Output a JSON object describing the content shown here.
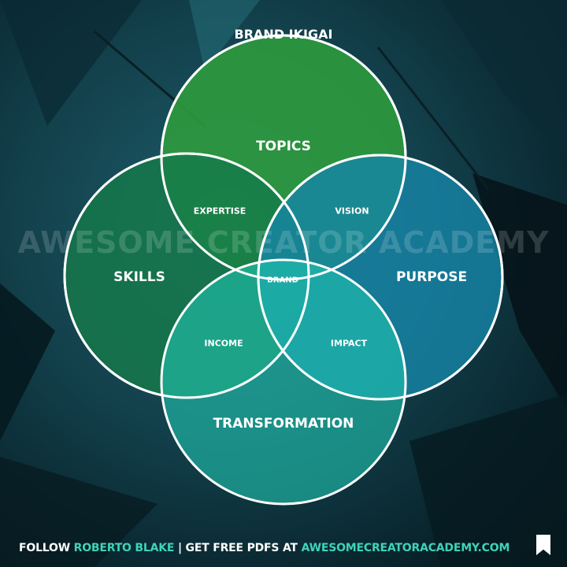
{
  "title": "BRAND IKIGAI",
  "watermark": "AWESOME CREATOR ACADEMY",
  "circles": {
    "topics": {
      "label": "TOPICS",
      "color": "#2e9a3e"
    },
    "skills": {
      "label": "SKILLS",
      "color": "#157a4a"
    },
    "purpose": {
      "label": "PURPOSE",
      "color": "#1686a8"
    },
    "transformation": {
      "label": "TRANSFORMATION",
      "color": "#22c4b0"
    }
  },
  "intersections": {
    "expertise": "EXPERTISE",
    "vision": "VISION",
    "income": "INCOME",
    "impact": "IMPACT",
    "brand": "BRAND"
  },
  "footer": {
    "follow": "FOLLOW",
    "name": "ROBERTO BLAKE",
    "separator": " | GET FREE PDFS AT",
    "site": "AWESOMECREATORACADEMY.COM"
  },
  "icons": {
    "bookmark": "bookmark-icon"
  }
}
